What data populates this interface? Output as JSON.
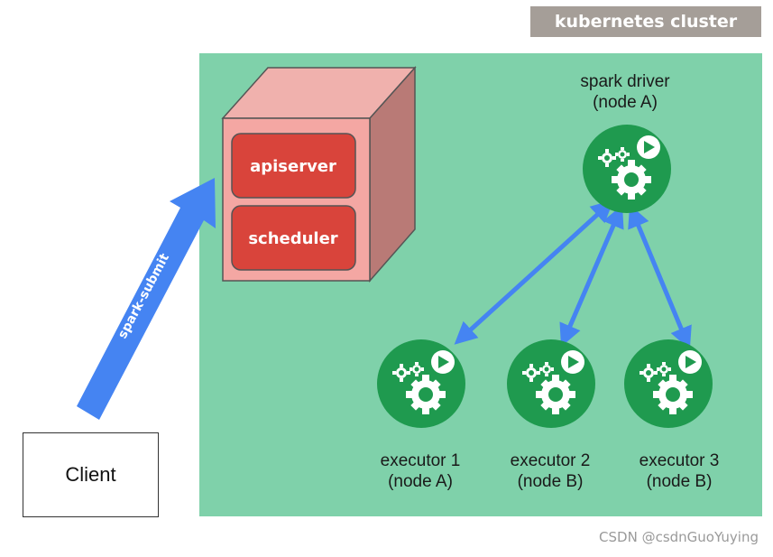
{
  "cluster": {
    "label": "kubernetes cluster",
    "colors": {
      "background": "#7fd1aa",
      "tag": "#a59e98"
    }
  },
  "control_plane": {
    "components": [
      "apiserver",
      "scheduler"
    ],
    "colors": {
      "box_front": "#f4a7a3",
      "box_top": "#f0b1ad",
      "box_side": "#b97a76",
      "component": "#d9443b"
    }
  },
  "client": {
    "label": "Client"
  },
  "submit_arrow": {
    "label": "spark-submit",
    "color": "#4584f2"
  },
  "driver": {
    "title": "spark driver",
    "node": "(node A)"
  },
  "executors": [
    {
      "title": "executor 1",
      "node": "(node A)"
    },
    {
      "title": "executor 2",
      "node": "(node B)"
    },
    {
      "title": "executor 3",
      "node": "(node B)"
    }
  ],
  "icon": {
    "name": "gears-play-icon",
    "color": "#1f9a4f"
  },
  "connection_color": "#4584f2",
  "watermark": "CSDN @csdnGuoYuying"
}
